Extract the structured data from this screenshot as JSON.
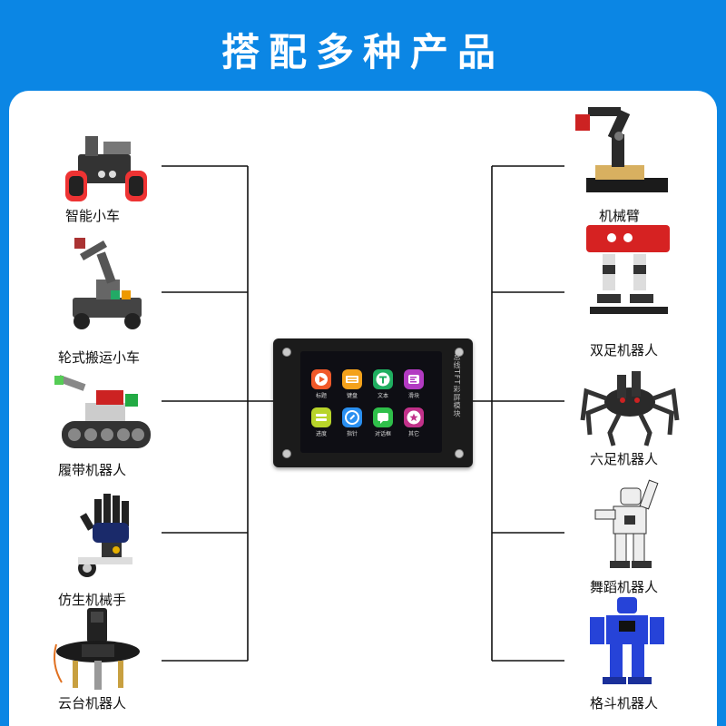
{
  "title": "搭配多种产品",
  "left_products": [
    {
      "label": "智能小车",
      "icon": "smart-car-icon"
    },
    {
      "label": "轮式搬运小车",
      "icon": "wheeled-carrier-icon"
    },
    {
      "label": "履带机器人",
      "icon": "tracked-robot-icon"
    },
    {
      "label": "仿生机械手",
      "icon": "bionic-hand-icon"
    },
    {
      "label": "云台机器人",
      "icon": "gimbal-robot-icon"
    }
  ],
  "right_products": [
    {
      "label": "机械臂",
      "icon": "robot-arm-icon"
    },
    {
      "label": "双足机器人",
      "icon": "biped-robot-icon"
    },
    {
      "label": "六足机器人",
      "icon": "hexapod-robot-icon"
    },
    {
      "label": "舞蹈机器人",
      "icon": "dance-robot-icon"
    },
    {
      "label": "格斗机器人",
      "icon": "fighting-robot-icon"
    }
  ],
  "device": {
    "side_text": "总线TFT彩屏模块",
    "apps": [
      {
        "label": "标题",
        "color": "#f0592a",
        "icon": "play-icon"
      },
      {
        "label": "键盘",
        "color": "#f4a21b",
        "icon": "keyboard-icon"
      },
      {
        "label": "文本",
        "color": "#1fae60",
        "icon": "text-icon"
      },
      {
        "label": "滑块",
        "color": "#b23ac2",
        "icon": "slider-icon"
      },
      {
        "label": "进度",
        "color": "#b8d42a",
        "icon": "progress-icon"
      },
      {
        "label": "指针",
        "color": "#2a8ff0",
        "icon": "pointer-icon"
      },
      {
        "label": "对话框",
        "color": "#2fbf4a",
        "icon": "dialog-icon"
      },
      {
        "label": "其它",
        "color": "#c2318a",
        "icon": "star-icon"
      }
    ]
  },
  "colors": {
    "background": "#0b86e4",
    "panel": "#ffffff",
    "line": "#111111"
  }
}
